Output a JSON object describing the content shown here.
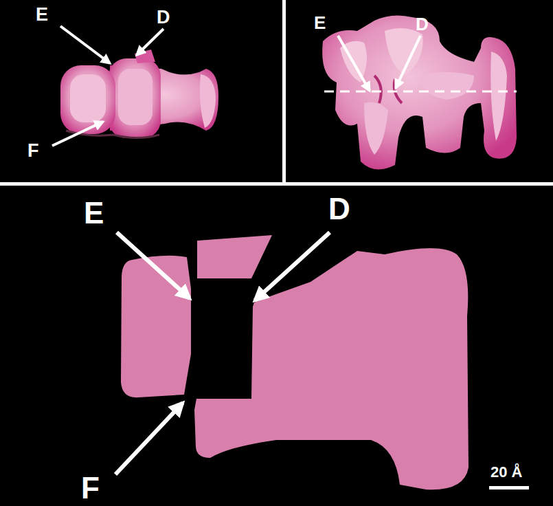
{
  "diagram": {
    "labels": [
      "E",
      "D",
      "F",
      "E",
      "D",
      "E",
      "D",
      "F",
      "20 Å"
    ]
  }
}
